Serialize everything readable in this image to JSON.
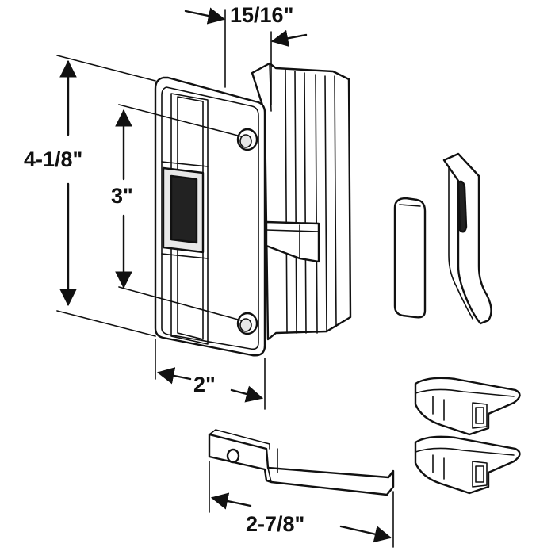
{
  "dimensions": {
    "top_width": "15/16\"",
    "overall_height": "4-1/8\"",
    "hole_spacing": "3\"",
    "plate_width": "2\"",
    "latch_bar_length": "2-7/8\""
  }
}
